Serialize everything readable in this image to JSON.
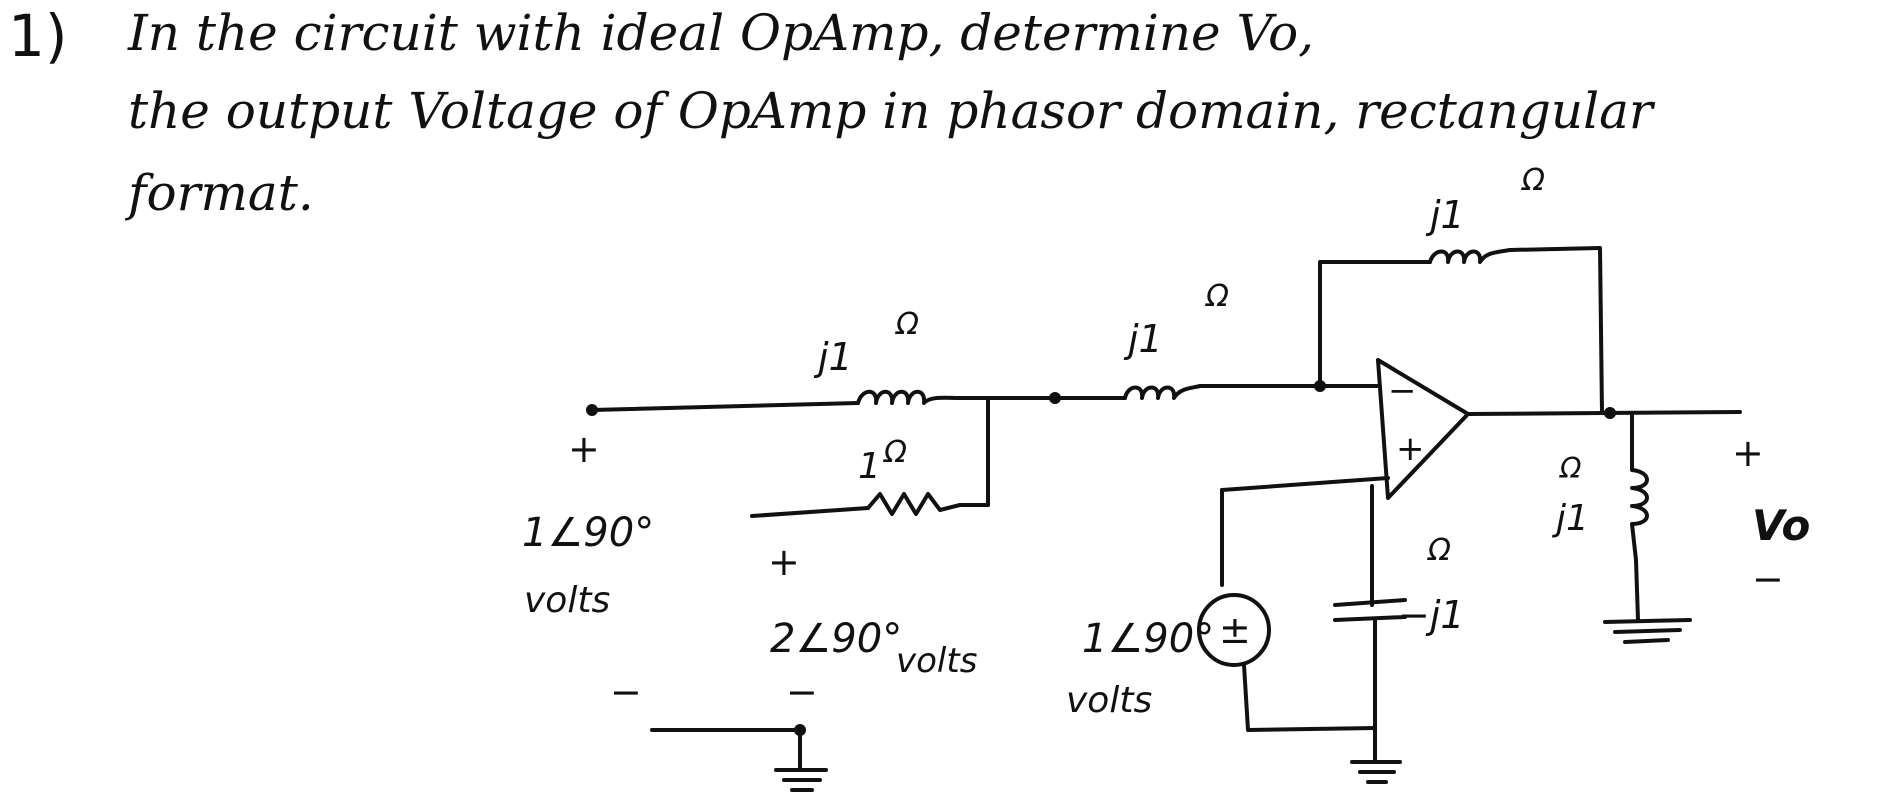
{
  "problem": {
    "number": "1)",
    "line1": "In the circuit with ideal OpAmp, determine Vo,",
    "line2": "the output Voltage of OpAmp in phasor domain, rectangular",
    "line3": "format."
  },
  "circuit": {
    "source_left": {
      "plus": "+",
      "minus": "−",
      "value": "1∠90°",
      "unit": "volts"
    },
    "source_mid": {
      "plus": "+",
      "minus": "−",
      "value": "2∠90°",
      "unit": "volts"
    },
    "source_right": {
      "value": "1∠90°",
      "unit": "volts",
      "symbol": "±"
    },
    "inductor_top_left": {
      "value": "j1",
      "unit": "Ω"
    },
    "resistor": {
      "value": "1",
      "unit": "Ω"
    },
    "inductor_series": {
      "value": "j1",
      "unit": "Ω"
    },
    "inductor_feedback": {
      "value": "j1",
      "unit": "Ω"
    },
    "capacitor": {
      "value": "−j1",
      "unit": "Ω"
    },
    "inductor_load": {
      "value": "j1",
      "unit": "Ω"
    },
    "opamp": {
      "inverting": "−",
      "noninverting": "+"
    },
    "output": {
      "plus": "+",
      "label": "Vo",
      "minus": "−"
    }
  }
}
